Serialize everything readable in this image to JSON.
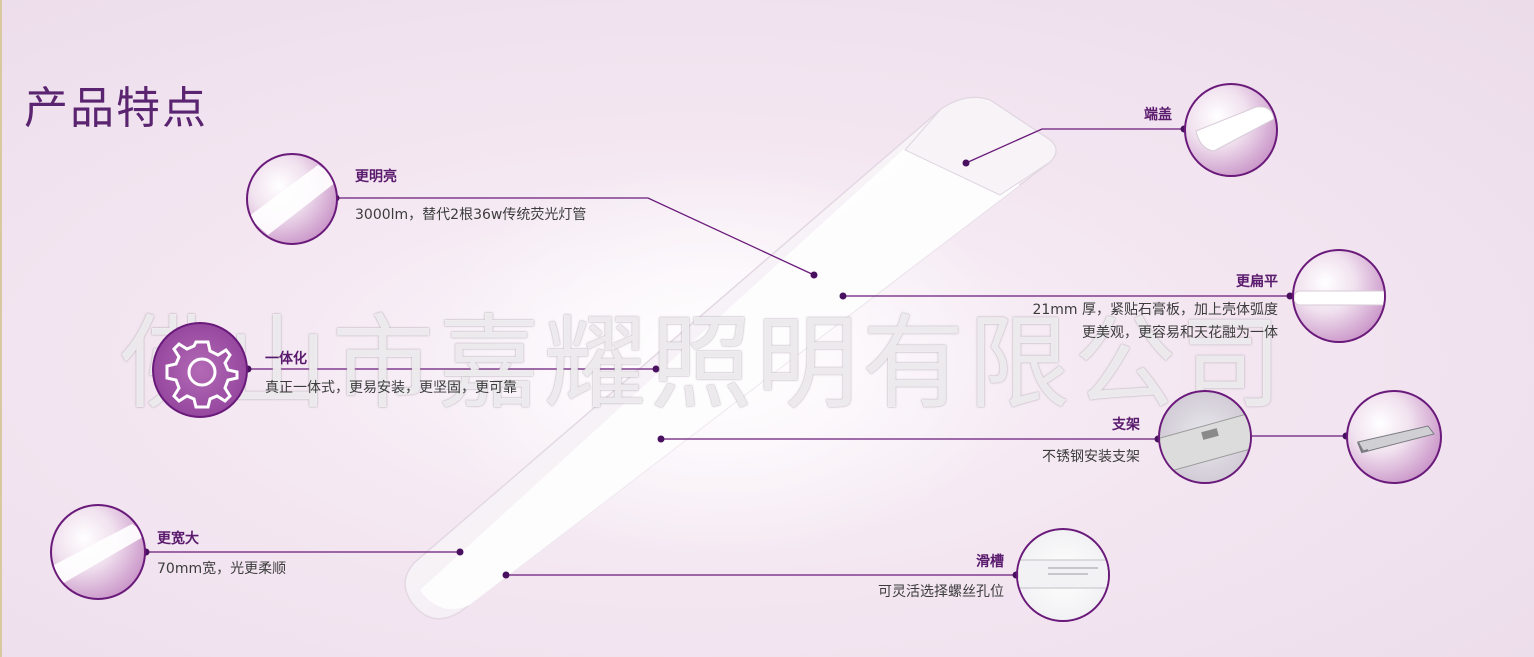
{
  "page_title": "产品特点",
  "watermark": "佛山市嘉耀照明有限公司",
  "features": {
    "brighter": {
      "title": "更明亮",
      "desc": "3000lm，替代2根36w传统荧光灯管"
    },
    "integrated": {
      "title": "一体化",
      "desc": "真正一体式，更易安装，更坚固，更可靠"
    },
    "wider": {
      "title": "更宽大",
      "desc": "70mm宽，光更柔顺"
    },
    "end_cap": {
      "title": "端盖"
    },
    "flatter": {
      "title": "更扁平",
      "desc_line1": "21mm 厚，紧贴石膏板，加上壳体弧度",
      "desc_line2": "更美观，更容易和天花融为一体"
    },
    "bracket": {
      "title": "支架",
      "desc": "不锈钢安装支架"
    },
    "slot": {
      "title": "滑槽",
      "desc": "可灵活选择螺丝孔位"
    }
  },
  "colors": {
    "accent": "#5a1a6d",
    "line": "#6a1a7a",
    "text": "#3c3c3c"
  }
}
